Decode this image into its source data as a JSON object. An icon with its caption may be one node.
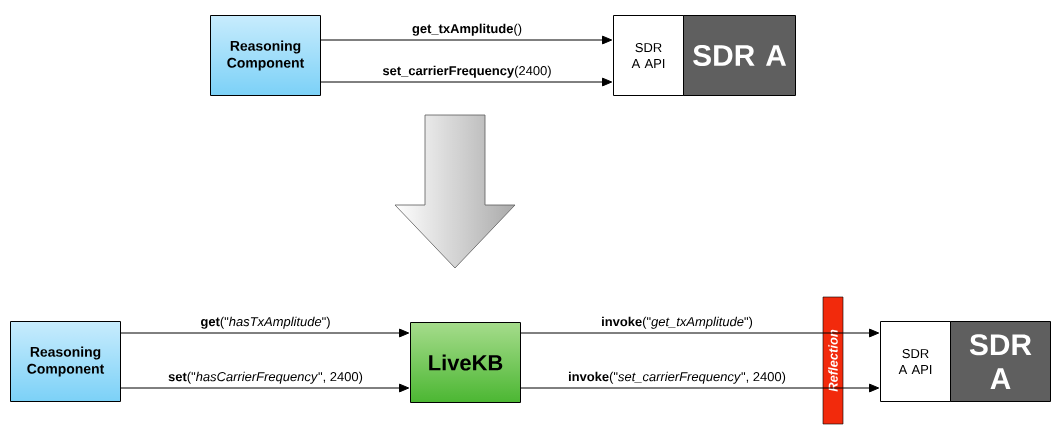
{
  "diagram": {
    "nodes": [
      {
        "text": [
          "Reasoning Component"
        ]
      },
      {
        "text": [
          "SDR A API"
        ]
      },
      {
        "text": [
          "SDR A"
        ]
      },
      {
        "text": [
          "Reasoning Component"
        ]
      },
      {
        "text": [
          "LiveKB"
        ]
      },
      {
        "text": [
          "Reflection"
        ]
      },
      {
        "text": [
          "SDR A API"
        ]
      },
      {
        "text": [
          "SDR A"
        ]
      }
    ],
    "edges": [
      {
        "from": 0,
        "to": 1,
        "arrow": "to",
        "label": "**get_txAmplitude**()"
      },
      {
        "from": 0,
        "to": 1,
        "arrow": "to",
        "label": "**set_carrierFrequency**(2400)"
      },
      {
        "from": 3,
        "to": 4,
        "arrow": "to",
        "label": "**get**(\"*hasTxAmplitude*\")"
      },
      {
        "from": 3,
        "to": 4,
        "arrow": "to",
        "label": "**set**(\"*hasCarrierFrequency*\", 2400)"
      },
      {
        "from": 4,
        "to": 5,
        "arrow": "none",
        "label": "**invoke**(\"*get_txAmplitude*\")"
      },
      {
        "from": 5,
        "to": 6,
        "arrow": "to"
      },
      {
        "from": 4,
        "to": 5,
        "arrow": "none",
        "label": "**invoke**(\"*set_carrierFrequency*\", 2400)"
      },
      {
        "from": 5,
        "to": 6,
        "arrow": "to"
      }
    ]
  }
}
